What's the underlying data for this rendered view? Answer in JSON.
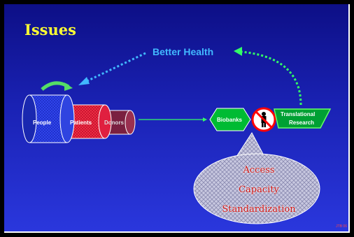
{
  "slide": {
    "title": "Issues",
    "better_health": "Better Health",
    "cylinders": [
      "People",
      "Patients",
      "Donors"
    ],
    "biobanks": "Biobanks",
    "translational": [
      "Translational",
      "Research"
    ],
    "issues": [
      "Access",
      "Capacity",
      "Standardization"
    ],
    "footer": "JTB 06"
  },
  "colors": {
    "title": "#ffff33",
    "better_health": "#41b8ff",
    "dotted_arrow_green": "#33ff66",
    "people_cylinder": "#2230cc",
    "patients_cylinder": "#cc1030",
    "donors_cylinder": "#8a1a3a",
    "biobanks_hexagon": "#00bb33",
    "translational_box": "#00a033",
    "no_symbol": "#ff0000",
    "cloud_text": "#cc1010"
  }
}
